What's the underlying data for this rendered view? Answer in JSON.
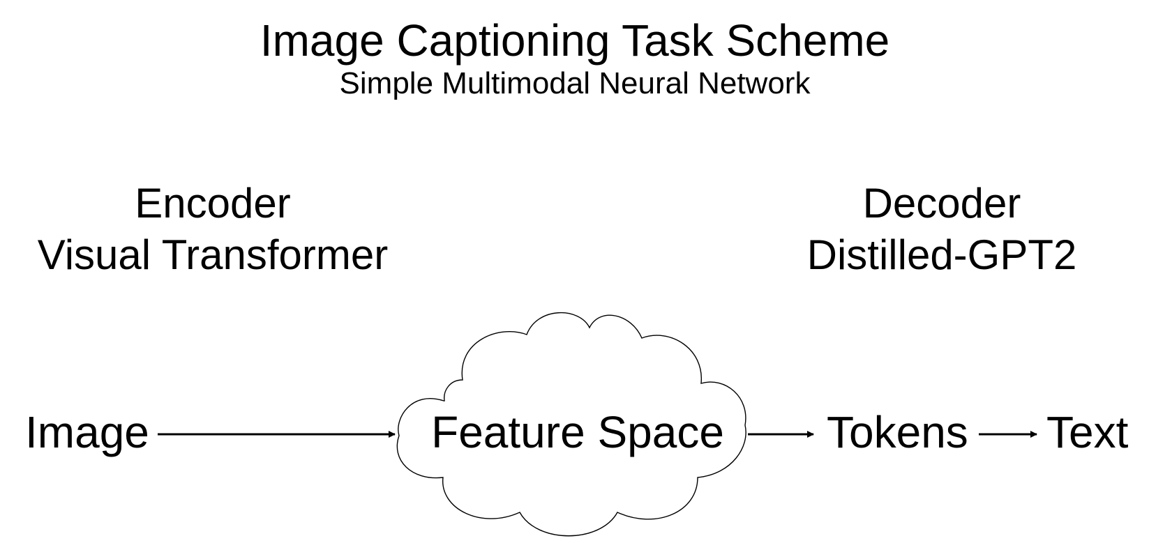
{
  "header": {
    "title": "Image Captioning Task Scheme",
    "subtitle": "Simple Multimodal Neural Network"
  },
  "encoder": {
    "label": "Encoder",
    "model": "Visual Transformer"
  },
  "decoder": {
    "label": "Decoder",
    "model": "Distilled-GPT2"
  },
  "flow": {
    "nodes": [
      "Image",
      "Feature Space",
      "Tokens",
      "Text"
    ],
    "edges": [
      {
        "from": "Image",
        "to": "Feature Space"
      },
      {
        "from": "Feature Space",
        "to": "Tokens"
      },
      {
        "from": "Tokens",
        "to": "Text"
      }
    ]
  },
  "colors": {
    "ink": "#000000",
    "outline": "#000000",
    "background": "#ffffff"
  }
}
